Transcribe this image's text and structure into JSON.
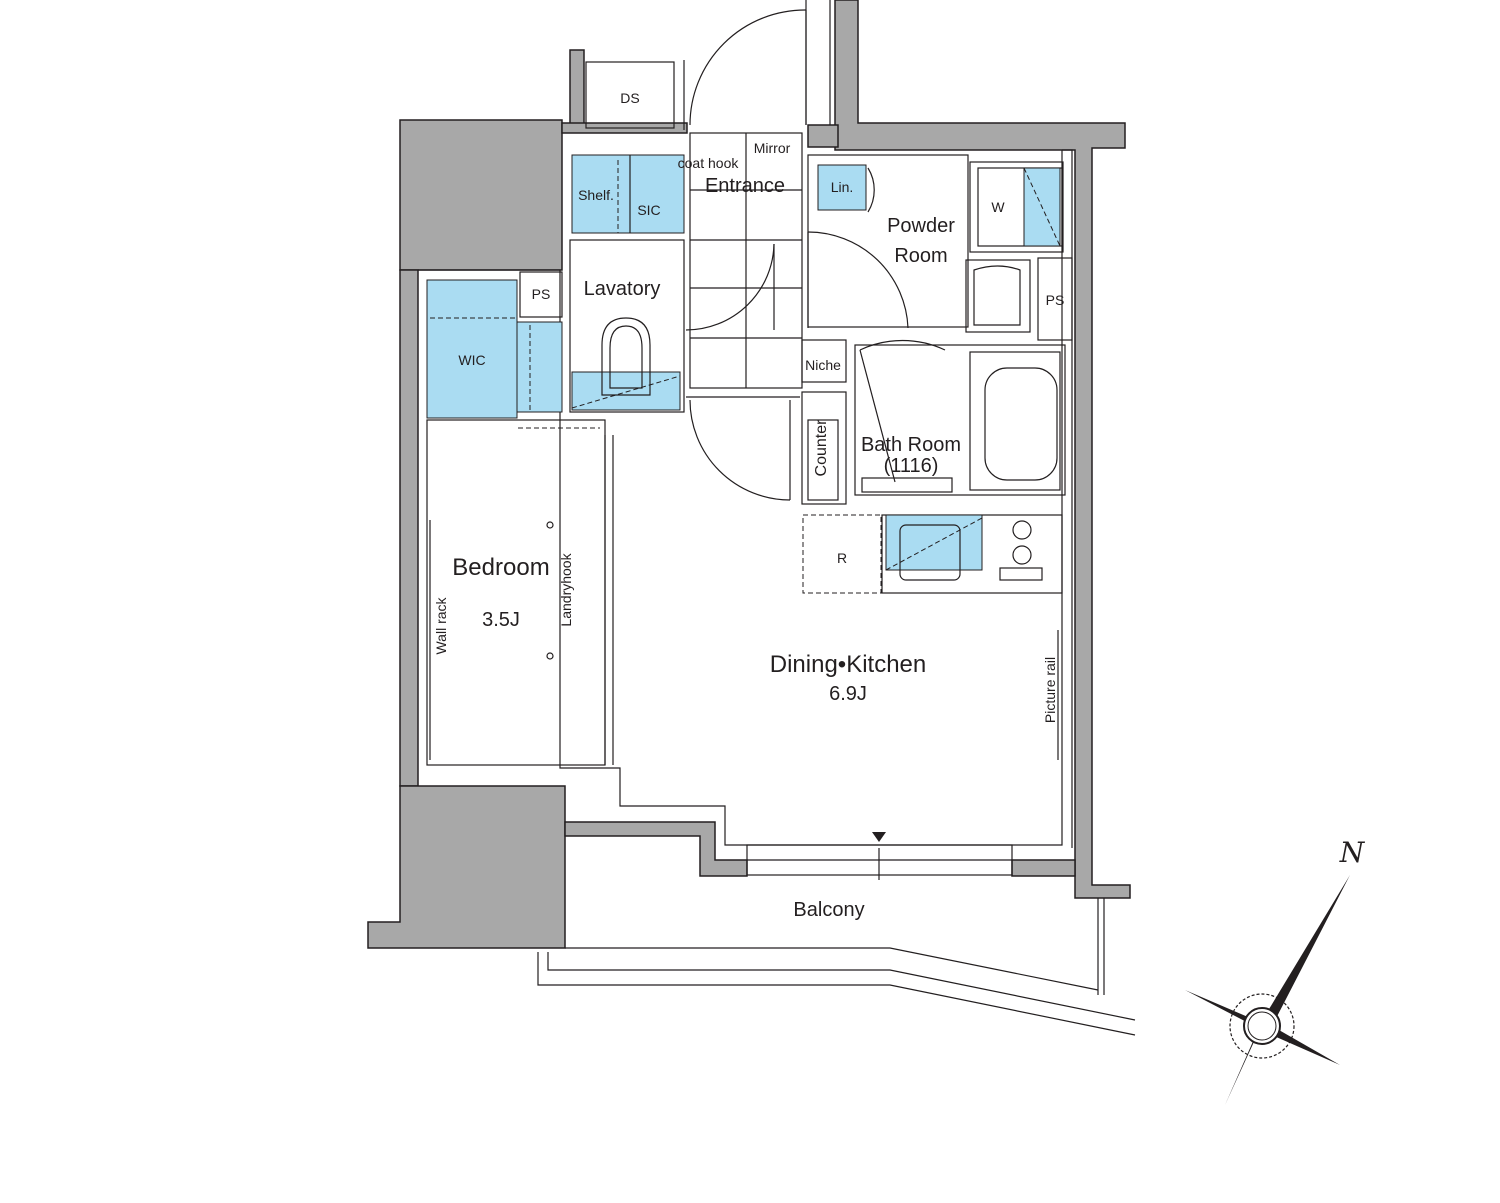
{
  "rooms": {
    "ds": "DS",
    "entrance": "Entrance",
    "mirror": "Mirror",
    "coat_hook": "coat hook",
    "shelf": "Shelf.",
    "sic": "SIC",
    "lin": "Lin.",
    "w": "W",
    "powder_room_1": "Powder",
    "powder_room_2": "Room",
    "ps_left": "PS",
    "ps_right": "PS",
    "lavatory": "Lavatory",
    "wic": "WIC",
    "niche": "Niche",
    "counter": "Counter",
    "bath_room": "Bath Room",
    "bath_size": "(1116)",
    "r": "R",
    "bedroom": "Bedroom",
    "bedroom_size": "3.5J",
    "wall_rack": "Wall rack",
    "landryhook": "Landryhook",
    "dining_kitchen": "Dining•Kitchen",
    "dining_size": "6.9J",
    "picture_rail": "Picture rail",
    "balcony": "Balcony"
  },
  "compass": {
    "north": "N",
    "icon": "compass-rose-icon"
  },
  "colors": {
    "storage_fill": "#aadcf2",
    "structure_fill": "#a8a8a8",
    "line": "#231f20"
  }
}
